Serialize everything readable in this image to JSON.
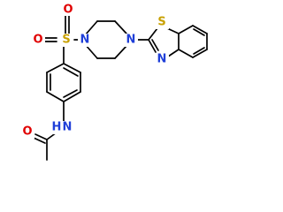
{
  "molecule": {
    "atoms": {
      "S_sulfonyl": "S",
      "O_top": "O",
      "O_left": "O",
      "N_pip_left": "N",
      "N_pip_right": "N",
      "S_thiazole": "S",
      "N_thiazole": "N",
      "N_amide": "N",
      "H_amide": "H",
      "O_carbonyl": "O"
    },
    "colors": {
      "bond": "#000000",
      "sulfur": "#c8a000",
      "oxygen": "#e00000",
      "nitrogen": "#1f3fd8"
    }
  }
}
